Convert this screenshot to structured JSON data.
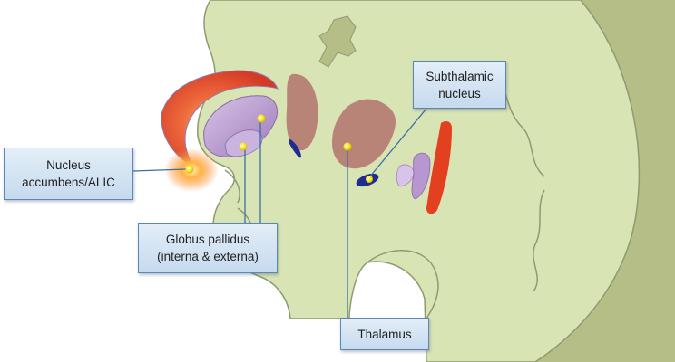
{
  "labels": {
    "nucleus_accumbens": {
      "line1": "Nucleus",
      "line2": "accumbens/ALIC"
    },
    "globus_pallidus": {
      "line1": "Globus pallidus",
      "line2": "(interna & externa)"
    },
    "subthalamic_nucleus": {
      "line1": "Subthalamic",
      "line2": "nucleus"
    },
    "thalamus": {
      "line1": "Thalamus"
    }
  },
  "colors": {
    "brain_tissue": "#d9e4b4",
    "brain_outline": "#8f9a72",
    "cortex_shadow": "#b4be86",
    "thalamus": "#b88478",
    "putamen_red": "#e3401f",
    "globus_pallidus": "#b896d0",
    "subthalamic_blue": "#1e2d8f",
    "target_dot": "#f5e61a",
    "leader_line": "#3a6ea5",
    "callout_fill": "#d4e4f3",
    "callout_border": "#5b86b5"
  },
  "icons": {
    "target_marker": "yellow-target-dot"
  }
}
